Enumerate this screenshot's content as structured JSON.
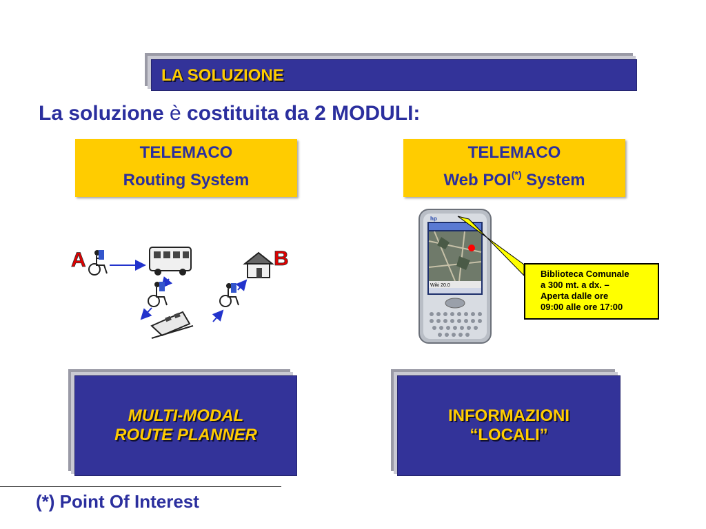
{
  "header": {
    "title": "LA SOLUZIONE"
  },
  "headline": {
    "prefix": "La soluzione ",
    "accent": "è",
    "suffix": " costituita da 2 MODULI:"
  },
  "modules": {
    "left": {
      "line1": "TELEMACO",
      "line2": "Routing System"
    },
    "right": {
      "line1": "TELEMACO",
      "line2_prefix": "Web POI",
      "line2_sup": "(*)",
      "line2_suffix": " System"
    }
  },
  "diagram": {
    "point_a": "A",
    "point_b": "B"
  },
  "pda": {
    "brand": "hp",
    "screen_text": "Wiki 20.0"
  },
  "callout": {
    "lines": [
      "Biblioteca Comunale",
      "a 300 mt. a dx. –",
      "Aperta dalle ore",
      "09:00 alle ore 17:00"
    ]
  },
  "bottom_boxes": {
    "left": {
      "line1": "MULTI-MODAL",
      "line2": "ROUTE PLANNER"
    },
    "right": {
      "line1": "INFORMAZIONI",
      "line2": "“LOCALI”"
    }
  },
  "footnote": {
    "text": "(*) Point Of Interest"
  },
  "colors": {
    "banner": "#333399",
    "accent": "#ffcc00",
    "text_blue": "#2b2f9e",
    "callout": "#ffff00"
  }
}
